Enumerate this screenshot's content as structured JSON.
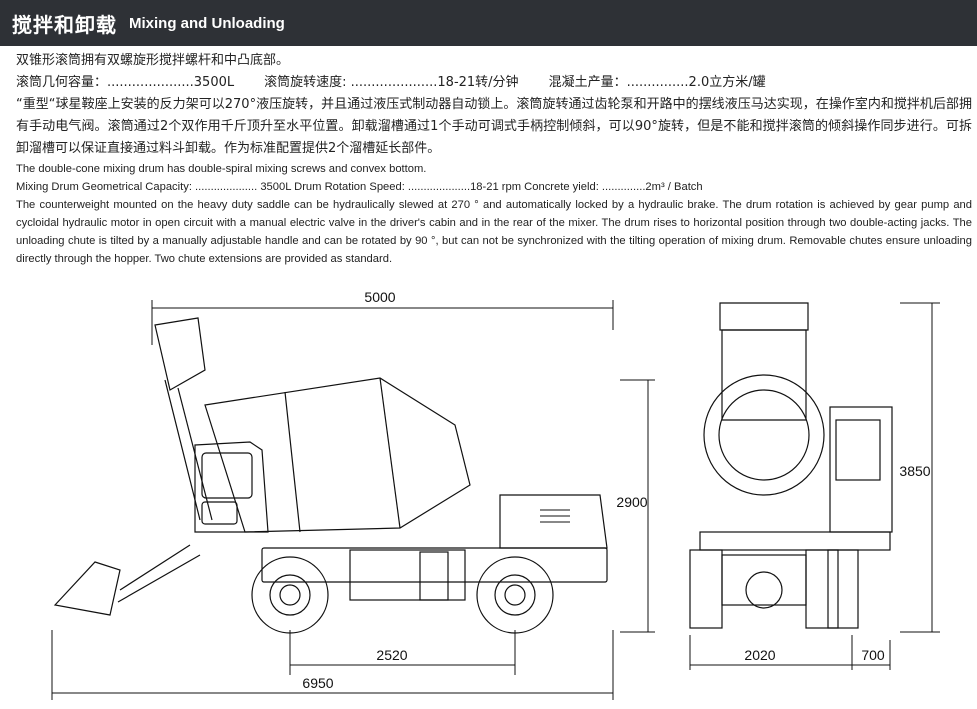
{
  "header": {
    "title_cn": "搅拌和卸载",
    "title_en": "Mixing and Unloading"
  },
  "cn": {
    "line1": "双锥形滚筒拥有双螺旋形搅拌螺杆和中凸底部。",
    "spec1": "滚筒几何容量：.....................3500L",
    "spec2": "滚筒旋转速度: .....................18-21转/分钟",
    "spec3": "混凝土产量：...............2.0立方米/罐",
    "paragraph": "“重型“球星鞍座上安装的反力架可以270°液压旋转，并且通过液压式制动器自动锁上。滚筒旋转通过齿轮泵和开路中的摆线液压马达实现，在操作室内和搅拌机后部拥有手动电气阀。滚筒通过2个双作用千斤顶升至水平位置。卸载溜槽通过1个手动可调式手柄控制倾斜，可以90°旋转，但是不能和搅拌滚筒的倾斜操作同步进行。可拆卸溜槽可以保证直接通过料斗卸载。作为标准配置提供2个溜槽延长部件。"
  },
  "en": {
    "line1": "The double-cone mixing drum has double-spiral mixing  screws and convex bottom.",
    "specs": "Mixing Drum Geometrical Capacity: .................... 3500L Drum Rotation Speed: ....................18-21 rpm Concrete yield: ..............2m³ / Batch",
    "paragraph": "The counterweight mounted on the heavy duty saddle can be hydraulically slewed at 270 ° and automatically locked by a hydraulic brake. The drum rotation is achieved by gear pump and cycloidal hydraulic motor in open circuit with a manual electric valve in the driver's cabin and in the rear of the mixer. The drum rises to horizontal position through two double-acting jacks. The unloading chute is tilted by a manually adjustable handle and can be rotated by 90 °, but can not be synchronized with the tilting operation of mixing drum. Removable chutes ensure unloading directly through the hopper. Two chute extensions are provided as standard."
  },
  "dimensions": {
    "top_length": "5000",
    "height_side": "2900",
    "wheelbase": "2520",
    "overall_length": "6950",
    "height_front": "3850",
    "track_width": "2020",
    "side_offset": "700"
  }
}
